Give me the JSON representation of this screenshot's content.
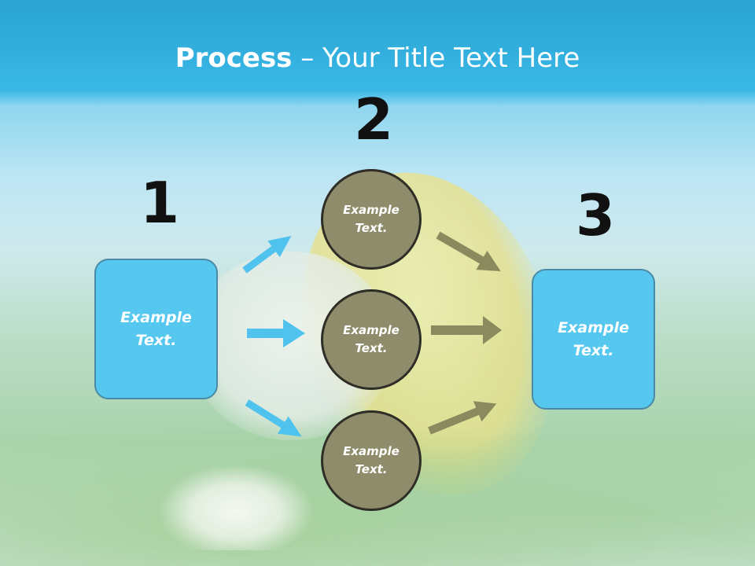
{
  "title": {
    "bold": "Process",
    "rest": " – Your Title Text Here"
  },
  "steps": {
    "step1": "1",
    "step2": "2",
    "step3": "3"
  },
  "nodes": {
    "left_box": "Example\nText.",
    "circle_top": "Example\nText.",
    "circle_middle": "Example\nText.",
    "circle_bottom": "Example\nText.",
    "right_box": "Example\nText."
  },
  "colors": {
    "box_fill": "#56c8f0",
    "circle_fill": "#8e8c6a",
    "blue_arrow": "#4fc3ee",
    "olive_arrow": "#8a8a5e"
  }
}
